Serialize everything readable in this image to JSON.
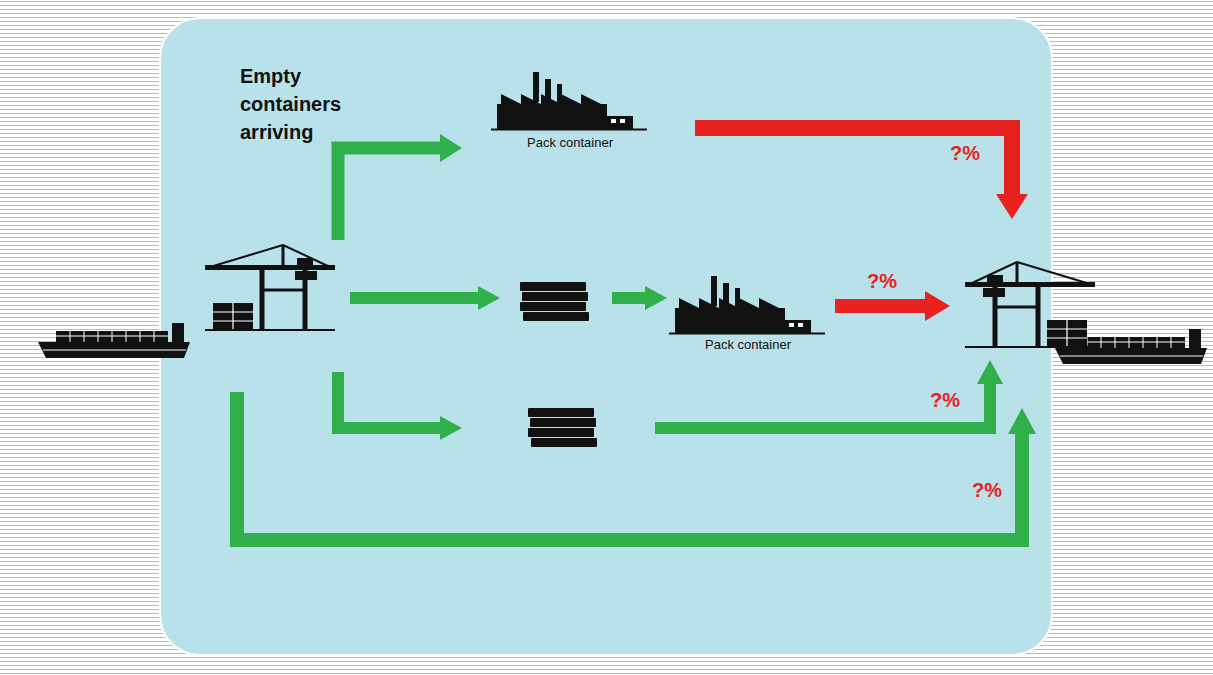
{
  "diagram": {
    "nodes": [
      {
        "text": [
          "Empty containers arriving"
        ]
      },
      {
        "text": [
          "Pack container"
        ],
        "in": 0
      },
      {
        "text": [
          "Pack container"
        ],
        "in": 0
      }
    ],
    "labels": [
      "?%",
      "?%",
      "?%",
      "?%"
    ]
  }
}
